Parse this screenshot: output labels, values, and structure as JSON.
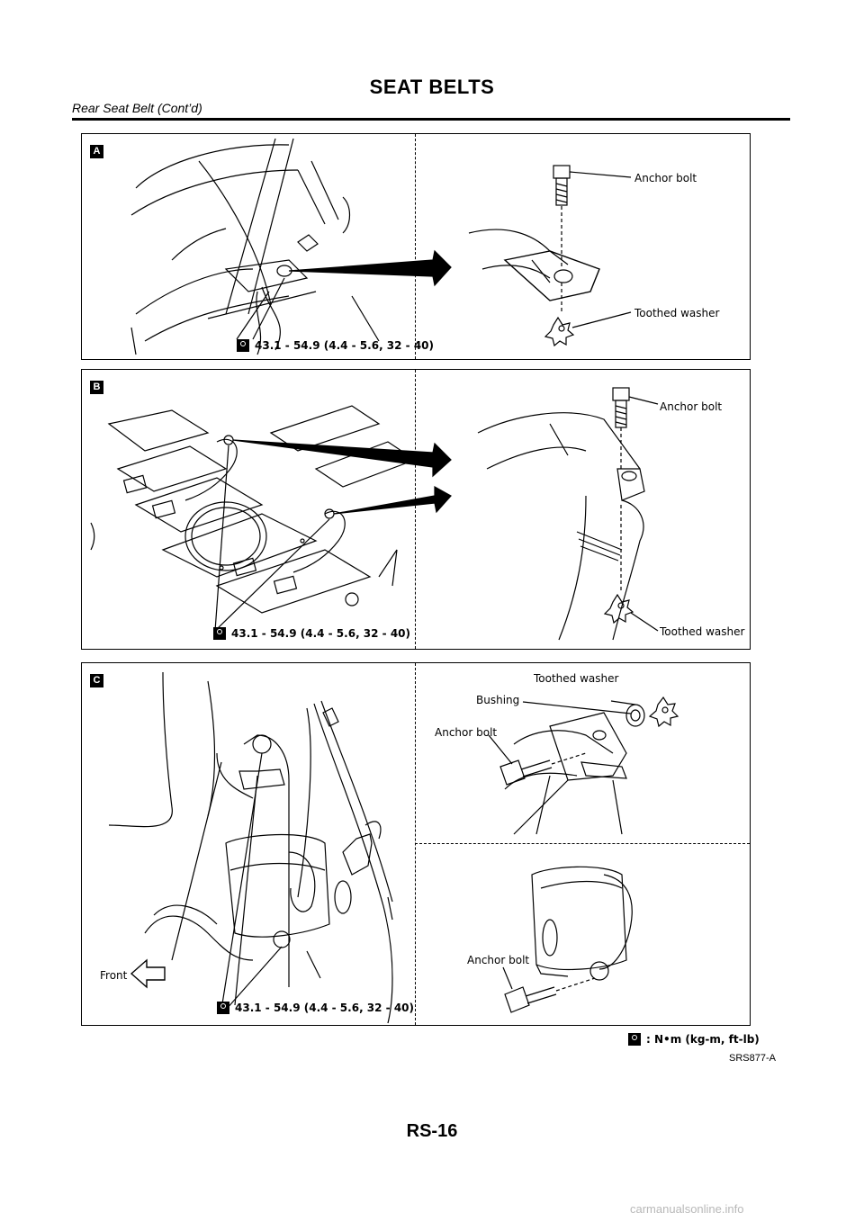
{
  "header": {
    "title": "SEAT BELTS",
    "subtitle": "Rear Seat Belt (Cont’d)"
  },
  "panels": {
    "a": {
      "badge": "A",
      "labels": {
        "anchor_bolt": "Anchor bolt",
        "toothed_washer": "Toothed washer"
      },
      "torque": "43.1 - 54.9 (4.4 - 5.6, 32 - 40)"
    },
    "b": {
      "badge": "B",
      "labels": {
        "anchor_bolt": "Anchor bolt",
        "toothed_washer": "Toothed washer"
      },
      "torque": "43.1 - 54.9 (4.4 - 5.6, 32 - 40)"
    },
    "c": {
      "badge": "C",
      "labels": {
        "toothed_washer": "Toothed washer",
        "bushing": "Bushing",
        "anchor_bolt_upper": "Anchor bolt",
        "anchor_bolt_lower": "Anchor bolt",
        "front": "Front"
      },
      "torque": "43.1 - 54.9 (4.4 - 5.6, 32 - 40)"
    }
  },
  "legend": {
    "text": ": N•m (kg-m, ft-lb)"
  },
  "figure_code": "SRS877-A",
  "footer": {
    "page_number": "RS-16",
    "watermark": "carmanualsonline.info"
  },
  "icons": {
    "torque": "torque-wrench-icon",
    "front": "front-arrow-icon"
  }
}
